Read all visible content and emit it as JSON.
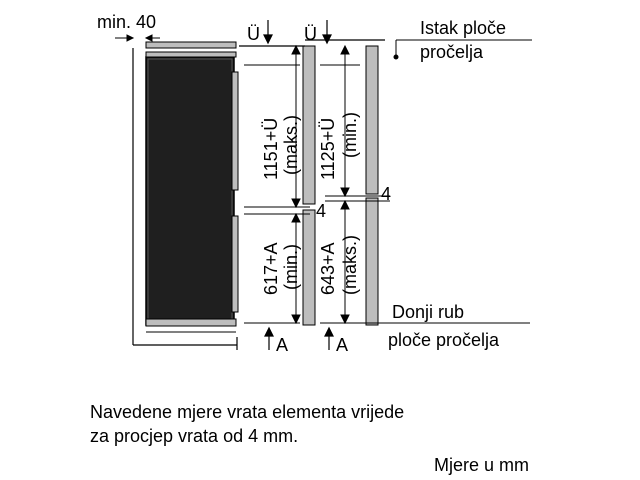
{
  "labels": {
    "min_gap": "min. 40",
    "u1": "Ü",
    "u2": "Ü",
    "istak_line1": "Istak ploče",
    "istak_line2": "pročelja",
    "dim_upper_max": "1151+Ü",
    "dim_upper_max_sub": "(maks.)",
    "dim_upper_min": "1125+Ü",
    "dim_upper_min_sub": "(min.)",
    "gap_1": "4",
    "gap_2": "4",
    "dim_lower_min": "617+A",
    "dim_lower_min_sub": "(min.)",
    "dim_lower_max": "643+A",
    "dim_lower_max_sub": "(maks.)",
    "donji_line1": "Donji rub",
    "donji_line2": "ploče pročelja",
    "a1": "A",
    "a2": "A"
  },
  "note": {
    "line1": "Navedene mjere vrata elementa vrijede",
    "line2": "za procjep vrata od 4 mm."
  },
  "units": "Mjere u mm"
}
